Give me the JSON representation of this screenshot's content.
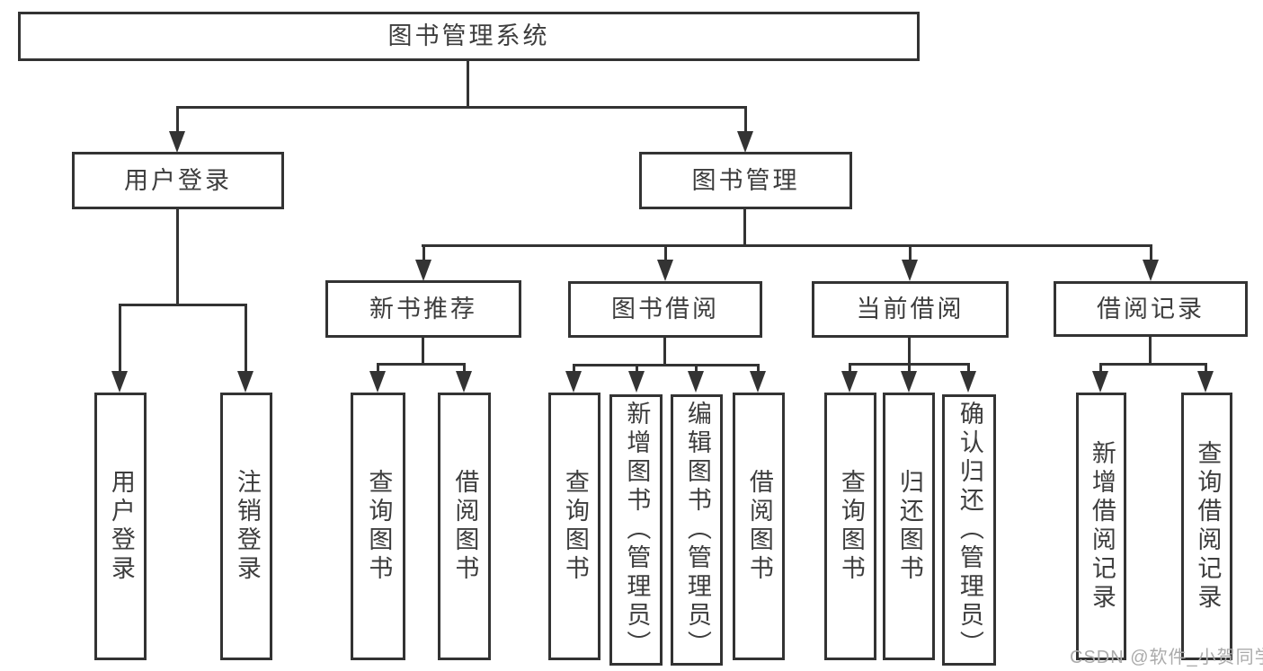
{
  "watermark": {
    "text": "CSDN @软件_小贺同学",
    "color": "#ababab"
  },
  "diagram": {
    "type": "hierarchy-org-chart",
    "line_color": "#333333",
    "nodes": {
      "root": "图书管理系统",
      "user_login": "用户登录",
      "book_management": "图书管理",
      "new_book_recommend": "新书推荐",
      "book_borrowing": "图书借阅",
      "current_borrowing": "当前借阅",
      "borrowing_records": "借阅记录",
      "user_login_leaf": "用户登录",
      "logout_leaf": "注销登录",
      "query_books_recommend": "查询图书",
      "borrow_books_recommend": "借阅图书",
      "query_books_borrowing": "查询图书",
      "add_books_admin": "新增图书（管理员）",
      "edit_books_admin": "编辑图书（管理员）",
      "borrow_books_borrowing": "借阅图书",
      "query_books_current": "查询图书",
      "return_books": "归还图书",
      "confirm_return_admin": "确认归还（管理员）",
      "add_borrow_record": "新增借阅记录",
      "query_borrow_record": "查询借阅记录"
    },
    "hierarchy": {
      "图书管理系统": {
        "用户登录": [
          "用户登录",
          "注销登录"
        ],
        "图书管理": {
          "新书推荐": [
            "查询图书",
            "借阅图书"
          ],
          "图书借阅": [
            "查询图书",
            "新增图书（管理员）",
            "编辑图书（管理员）",
            "借阅图书"
          ],
          "当前借阅": [
            "查询图书",
            "归还图书",
            "确认归还（管理员）"
          ],
          "借阅记录": [
            "新增借阅记录",
            "查询借阅记录"
          ]
        }
      }
    }
  }
}
